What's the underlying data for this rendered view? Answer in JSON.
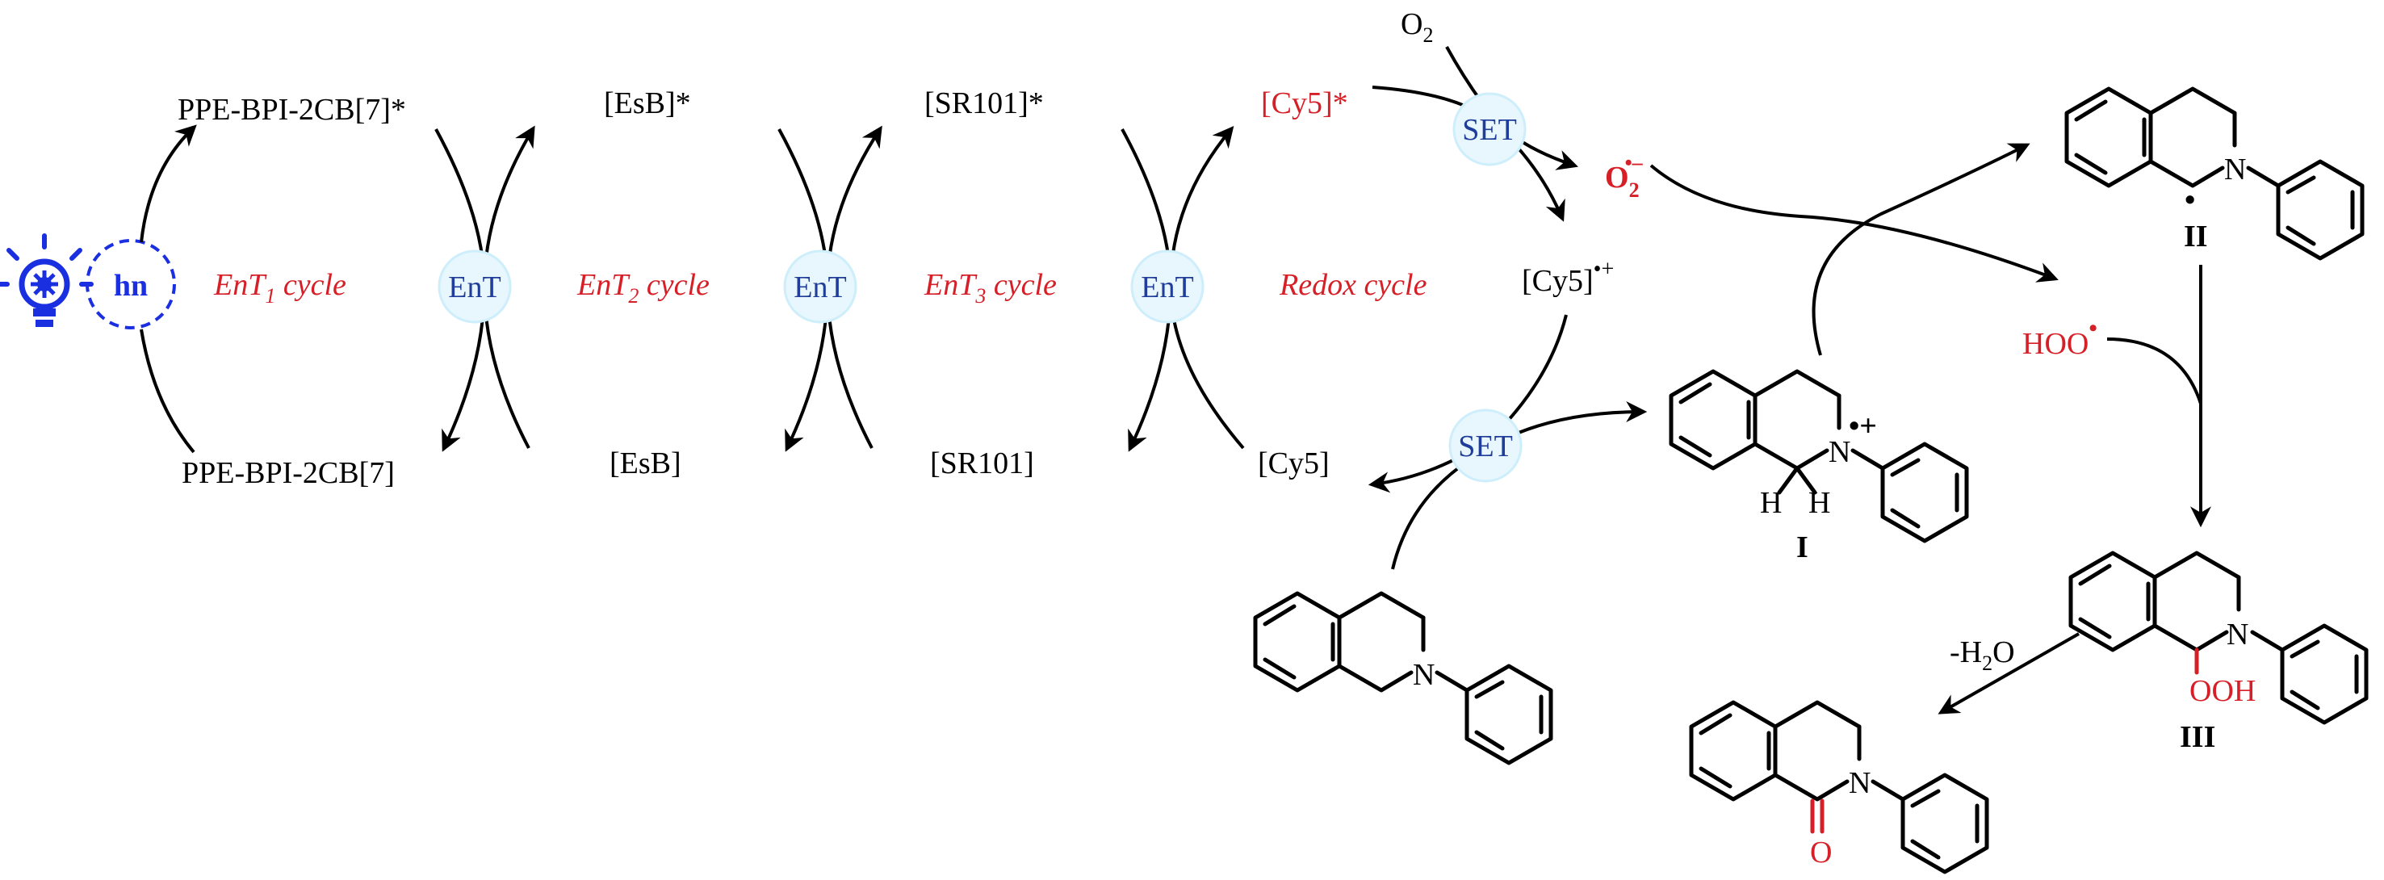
{
  "colors": {
    "red": "#d61f26",
    "blue": "#1f3d99",
    "node_fill": "#e8f7fd",
    "bulb": "#1a2fe0"
  },
  "icons": {
    "light_source": "light-bulb-icon"
  },
  "light": {
    "label": "hn"
  },
  "species": {
    "ppe_excited": "PPE-BPI-2CB[7]*",
    "ppe_ground": "PPE-BPI-2CB[7]",
    "esb_excited": "[EsB]*",
    "esb_ground": "[EsB]",
    "sr101_excited": "[SR101]*",
    "sr101_ground": "[SR101]",
    "cy5_excited": "[Cy5]*",
    "cy5_ground": "[Cy5]",
    "cy5_radical_cation": "[Cy5]",
    "cy5_radical_cation_sup": "•+",
    "o2": "O",
    "o2_sub": "2",
    "superoxide": "O",
    "superoxide_sub": "2",
    "superoxide_sup": "•–",
    "hoo": "HOO",
    "hoo_dot": "•",
    "minus_water": "-H",
    "minus_water_sub": "2",
    "minus_water_tail": "O"
  },
  "cycles": [
    {
      "main": "EnT",
      "sub": "1",
      "rest": " cycle"
    },
    {
      "main": "EnT",
      "sub": "2",
      "rest": " cycle"
    },
    {
      "main": "EnT",
      "sub": "3",
      "rest": " cycle"
    },
    {
      "main": "Redox cycle",
      "sub": "",
      "rest": ""
    }
  ],
  "nodes": {
    "ent": "EnT",
    "set": "SET"
  },
  "intermediates": {
    "I": "I",
    "II": "II",
    "III": "III"
  },
  "atoms": {
    "N": "N",
    "H": "H",
    "OOH": "OOH",
    "O": "O",
    "radical_cation": "•+",
    "radical": "•"
  }
}
